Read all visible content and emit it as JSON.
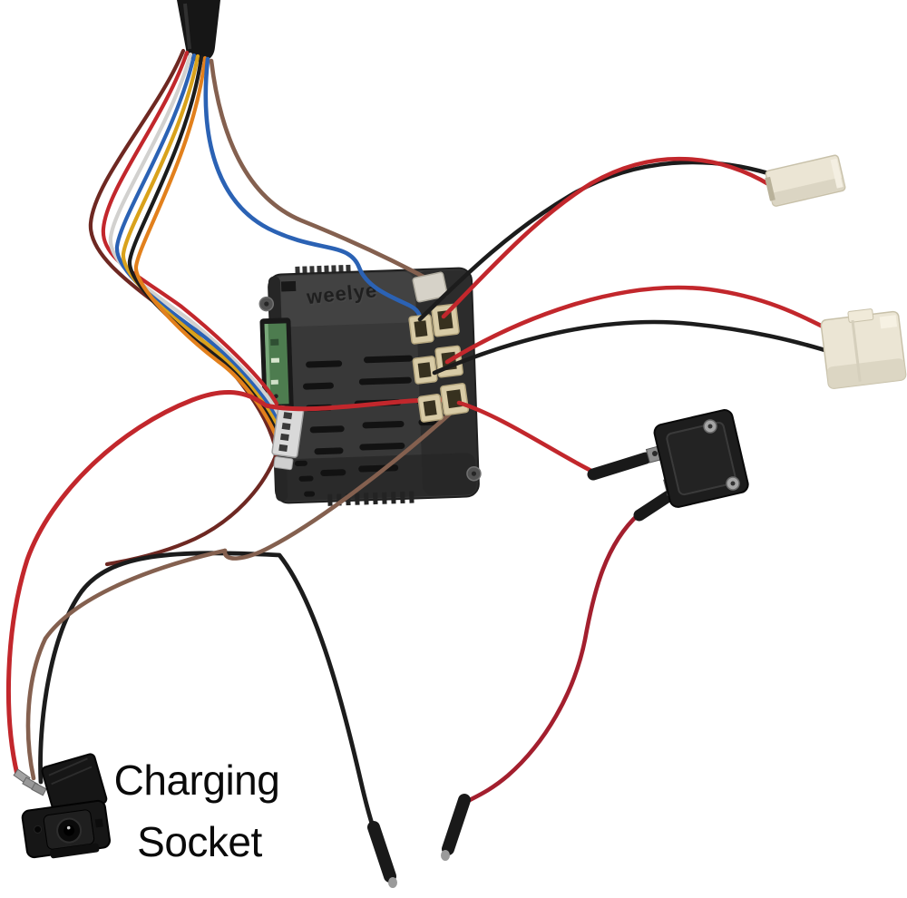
{
  "annotation": {
    "line1": "Charging",
    "line2": "Socket"
  },
  "module": {
    "brand": "weelye"
  },
  "components": [
    "control-module-receiver",
    "charging-socket",
    "circuit-breaker",
    "battery-connector-top-right",
    "battery-connector-mid-right",
    "wire-harness-bundle",
    "spade-terminal-bottom-black",
    "spade-terminal-bottom-red"
  ],
  "colors": {
    "background": "#ffffff",
    "label_text": "#0a0a0a",
    "wire_red": "#c2272c",
    "wire_crimson": "#a31f2e",
    "wire_maroon": "#6e2822",
    "wire_orange": "#e2801c",
    "wire_yellow": "#d9a21b",
    "wire_blue": "#2b62b4",
    "wire_brown": "#84604f",
    "wire_black": "#1c1c1c",
    "wire_gray": "#d2d1cf",
    "sheath_black": "#161616",
    "module_body": "#383838",
    "module_vent": "#121212",
    "pcb_green": "#4d7c4f",
    "connector_beige": "#d8cba6",
    "connector_beige_hole": "#37311f",
    "connector_white": "#ebe5d4",
    "breaker_body": "#1d1d1d",
    "socket_body": "#161616",
    "metal": "#9a9a9a"
  }
}
